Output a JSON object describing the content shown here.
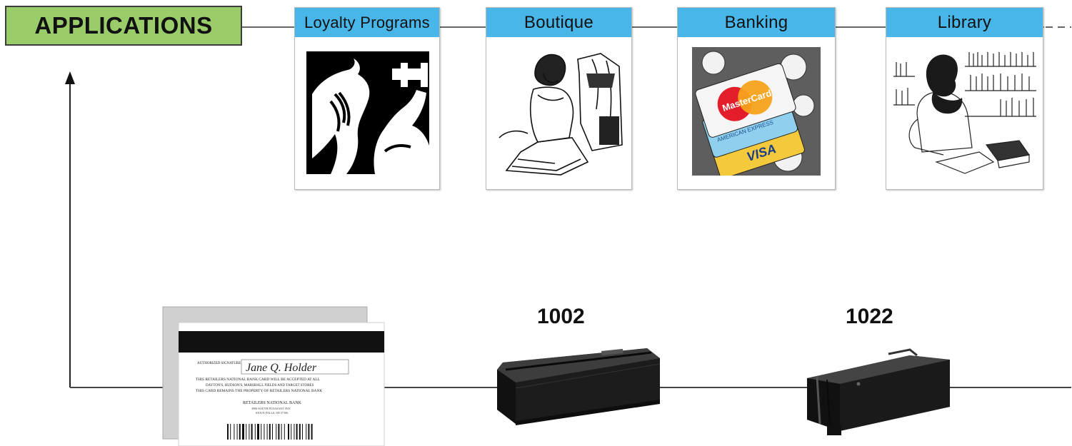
{
  "header": {
    "title": "APPLICATIONS"
  },
  "applications": [
    {
      "label": "Loyalty Programs",
      "icon": "fitness-illustration-icon"
    },
    {
      "label": "Boutique",
      "icon": "shopper-illustration-icon"
    },
    {
      "label": "Banking",
      "icon": "credit-cards-illustration-icon"
    },
    {
      "label": "Library",
      "icon": "librarian-illustration-icon"
    }
  ],
  "banking_card_brands": {
    "mastercard": "MasterCard",
    "visa": "VISA",
    "amex": "AMERICAN EXPRESS"
  },
  "card_back": {
    "signature_label": "AUTHORIZED SIGNATURE",
    "signature": "Jane Q. Holder",
    "terms": [
      "THIS RETAILERS NATIONAL BANK CARD WILL BE ACCEPTED AT ALL",
      "DAYTON'S, HUDSON'S, MARSHALL FIELDS AND TARGET STORES",
      "THIS CARD REMAINS THE PROPERTY OF RETAILERS NATIONAL BANK"
    ],
    "bank_name": "RETAILERS NATIONAL BANK",
    "address_1": "3900 SOUTH PLEASANT AVE",
    "address_2": "SIOUX FALLS, SD 57106"
  },
  "readers": [
    {
      "model": "1002",
      "icon": "magnetic-stripe-reader-icon"
    },
    {
      "model": "1022",
      "icon": "magnetic-stripe-reader-icon"
    }
  ],
  "colors": {
    "header_fill": "#48b6e8",
    "apps_fill": "#9bcc6a",
    "line": "#555555",
    "reader_body": "#1e1e1e"
  }
}
